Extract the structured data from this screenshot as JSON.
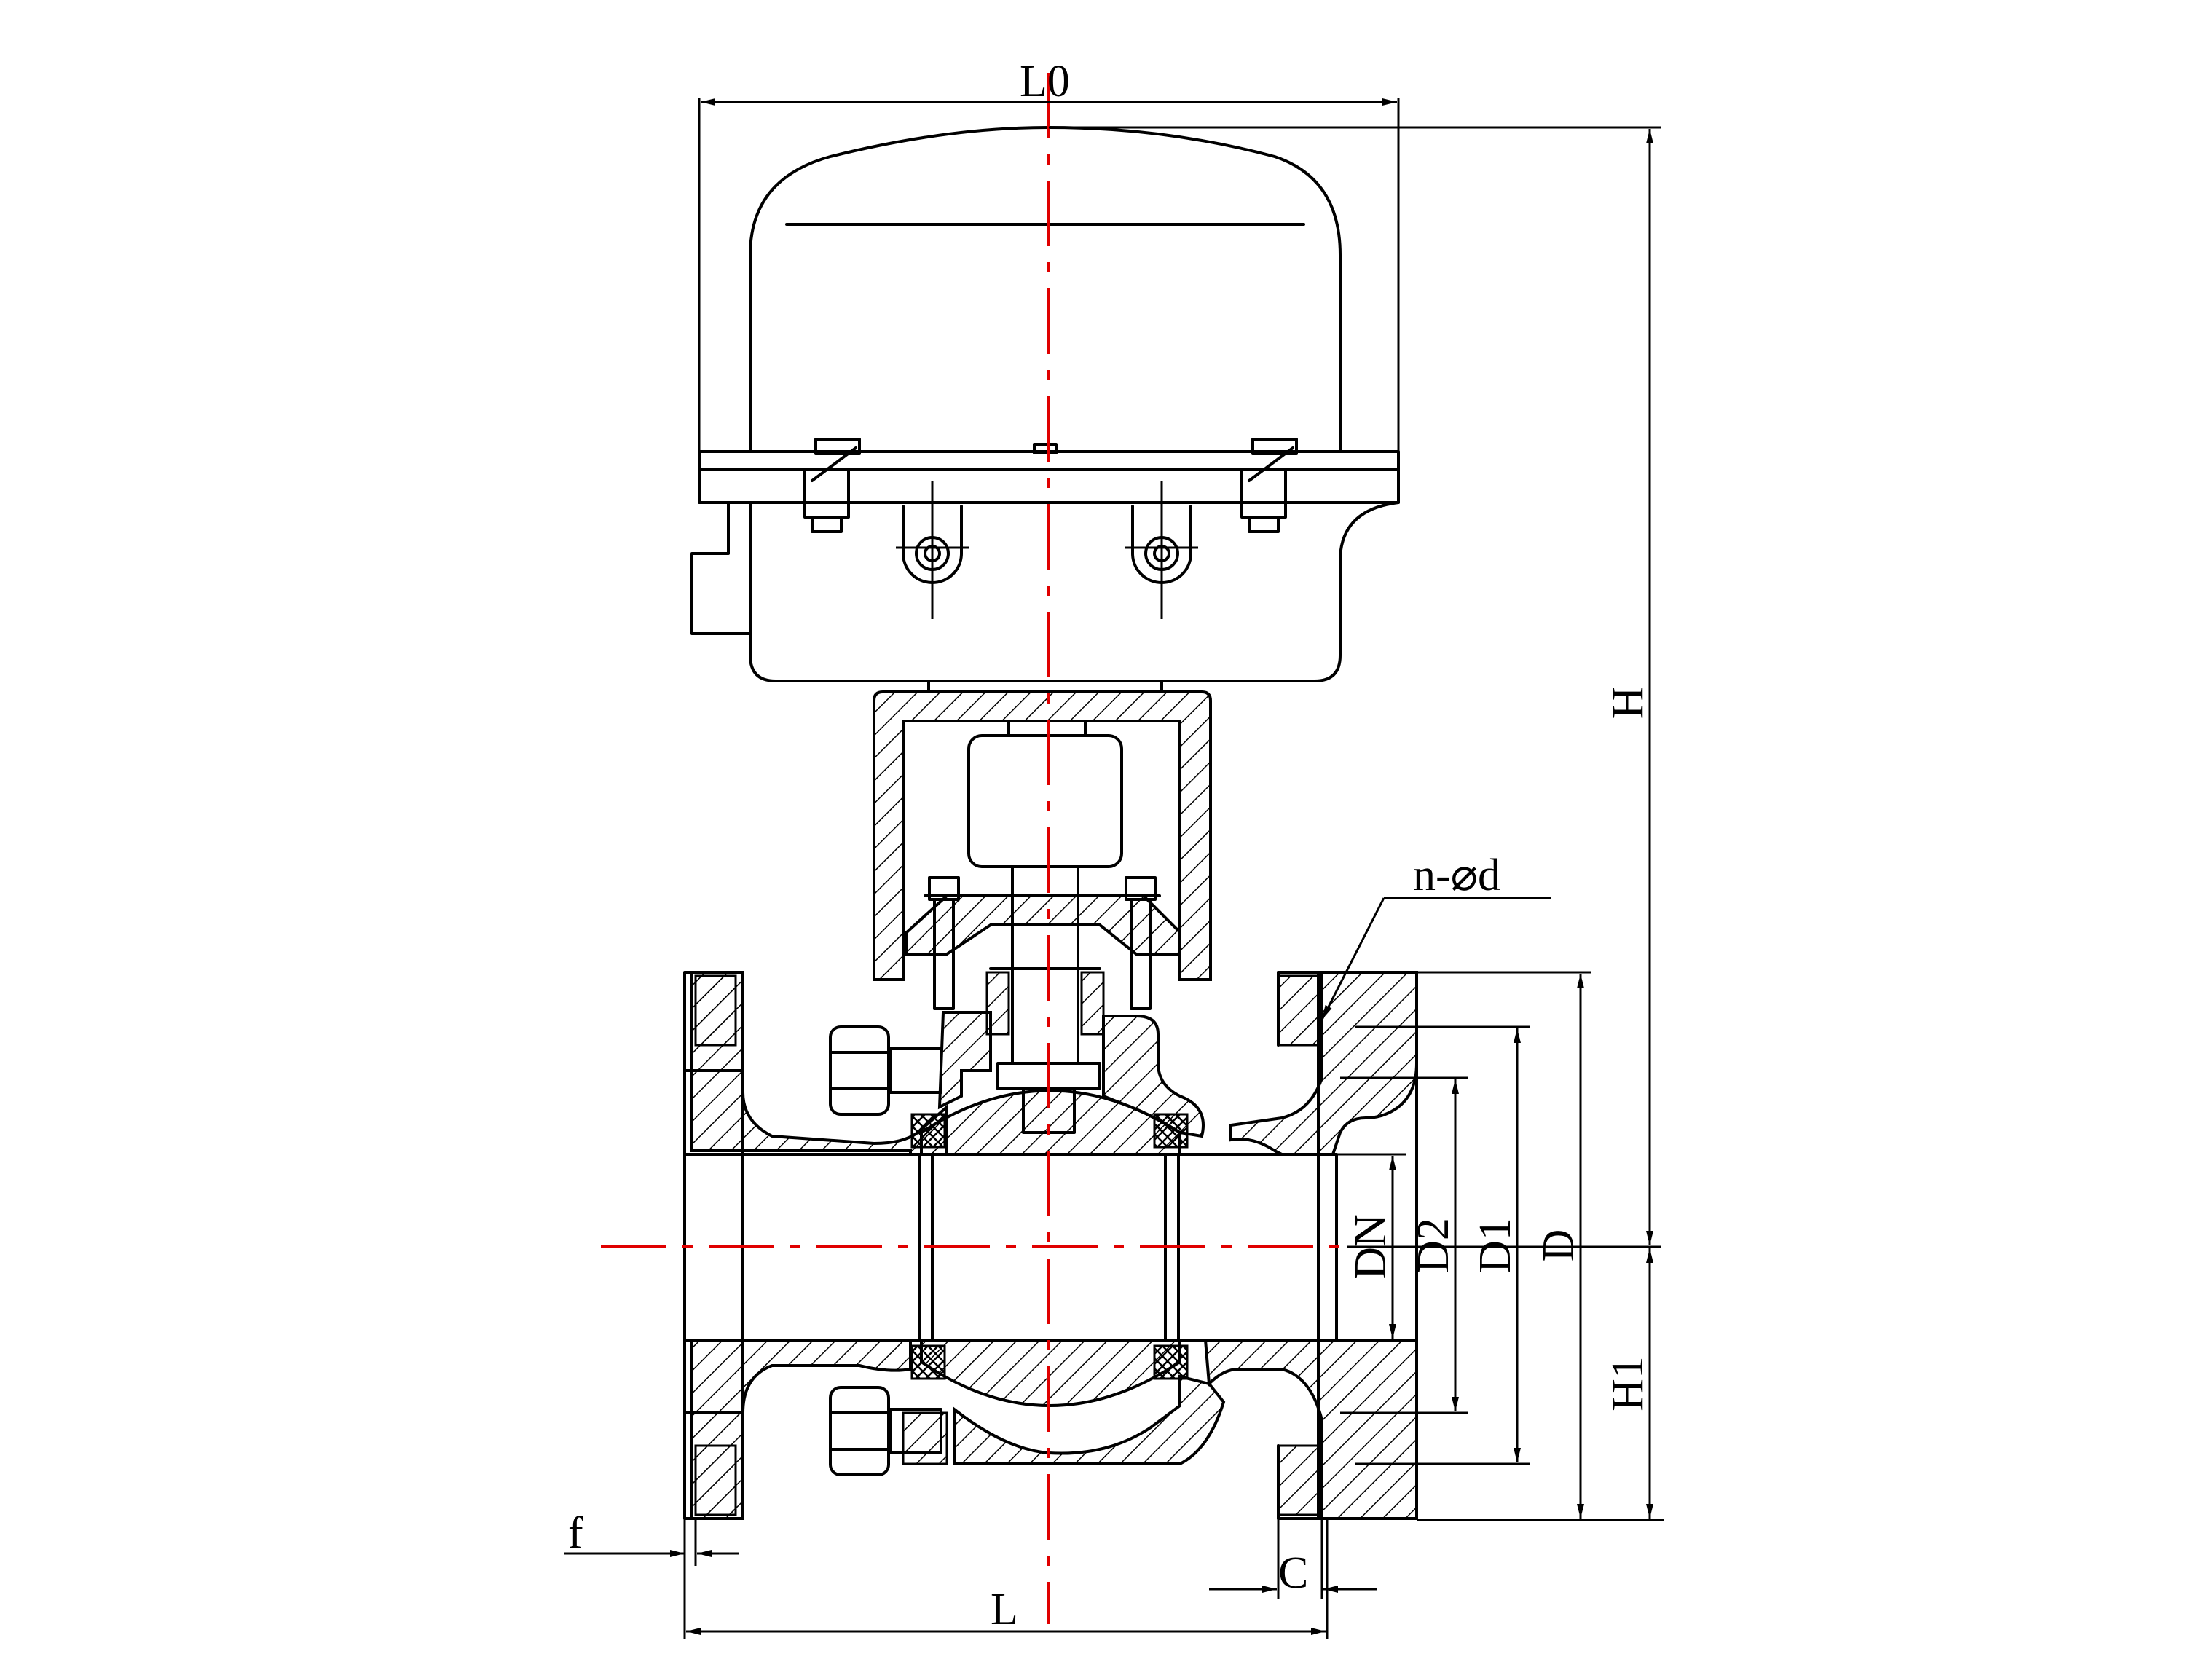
{
  "drawing": {
    "line_color": "#000000",
    "centerline_color": "#e00000",
    "background": "#ffffff"
  },
  "dimensions": {
    "L0": "L0",
    "H": "H",
    "H1": "H1",
    "DN": "DN",
    "D2": "D2",
    "D1": "D1",
    "D": "D",
    "L": "L",
    "f": "f",
    "C": "C",
    "bolt_holes": "n-⌀d"
  }
}
